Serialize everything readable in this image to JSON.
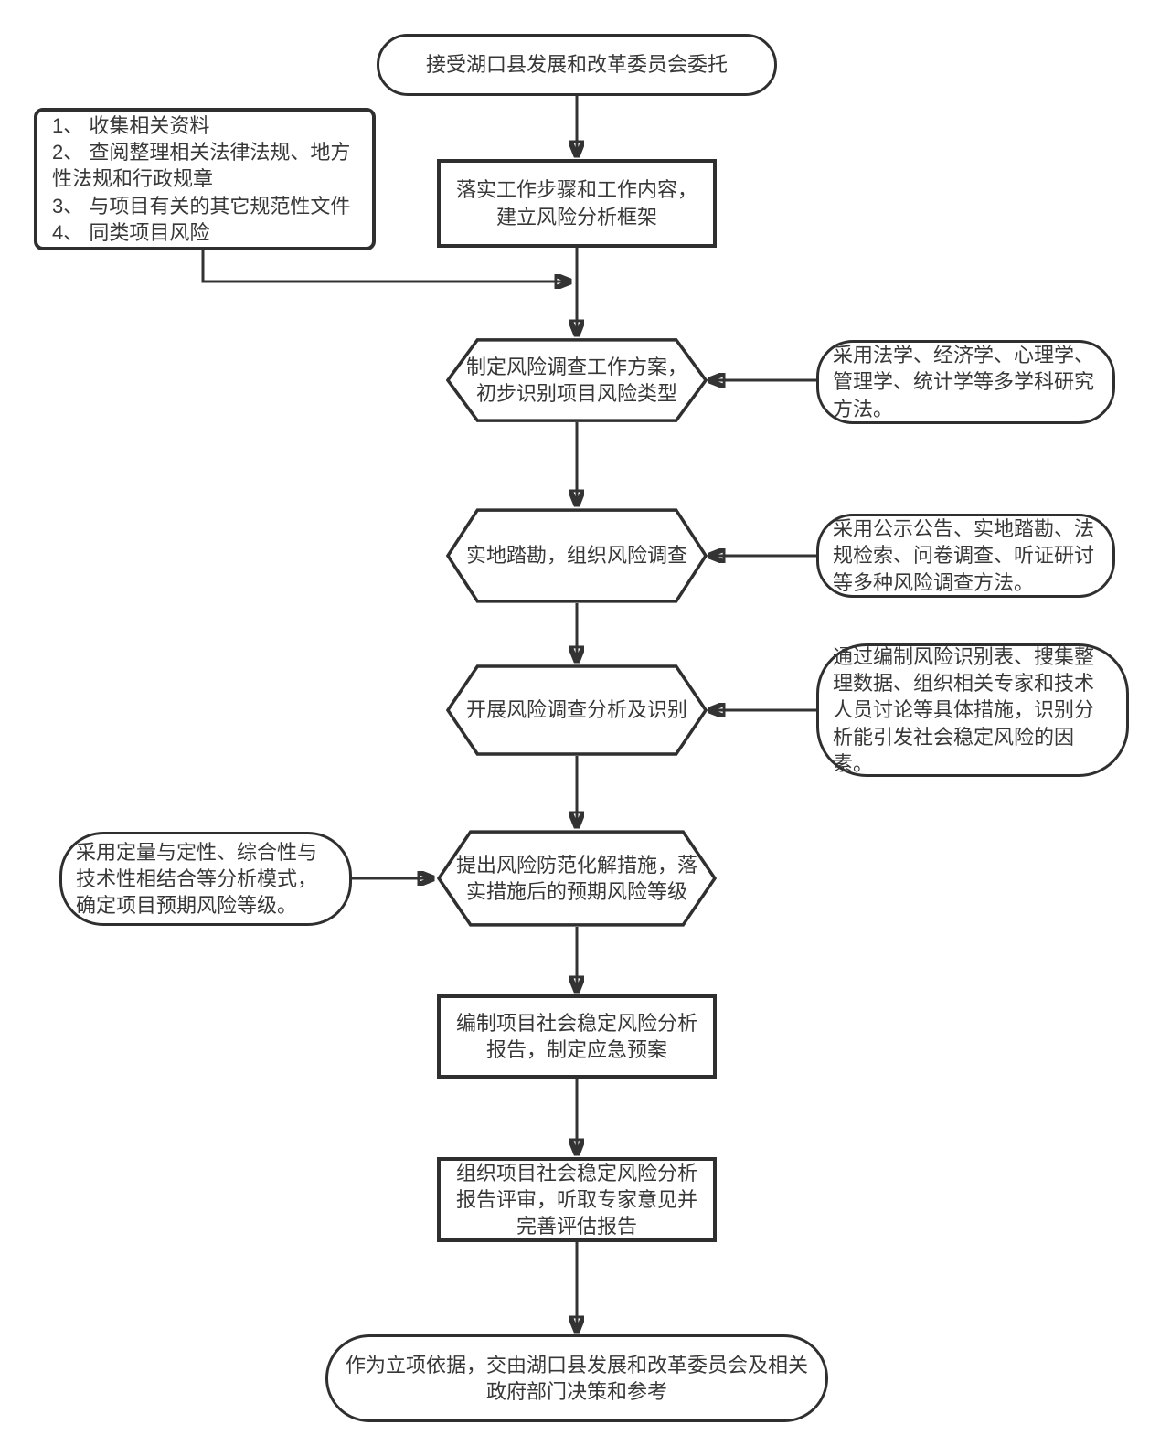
{
  "nodes": {
    "start": "接受湖口县发展和改革委员会委托",
    "materials": [
      "1、 收集相关资料",
      "2、 查阅整理相关法律法规、地方性法规和行政规章",
      "3、 与项目有关的其它规范性文件",
      "4、 同类项目风险"
    ],
    "setup": "落实工作步骤和工作内容，建立风险分析框架",
    "plan": "制定风险调查工作方案， 初步识别项目风险类型",
    "survey": "实地踏勘，组织风险调查",
    "identify": "开展风险调查分析及识别",
    "measures": "提出风险防范化解措施，落实措施后的预期风险等级",
    "report": "编制项目社会稳定风险分析报告，制定应急预案",
    "review": "组织项目社会稳定风险分析报告评审，听取专家意见并完善评估报告",
    "end": "作为立项依据，交由湖口县发展和改革委员会及相关政府部门决策和参考",
    "callout_disciplines": "采用法学、经济学、心理学、管理学、统计学等多学科研究方法。",
    "callout_survey_methods": "采用公示公告、实地踏勘、法规检索、问卷调查、听证研讨等多种风险调查方法。",
    "callout_identify_measures": "通过编制风险识别表、搜集整理数据、组织相关专家和技术人员讨论等具体措施，识别分析能引发社会稳定风险的因素。",
    "callout_grade_model": "采用定量与定性、综合性与技术性相结合等分析模式，确定项目预期风险等级。"
  },
  "colors": {
    "stroke": "#2f2f2f",
    "arrow": "#333333",
    "text": "#383838",
    "background": "#ffffff"
  }
}
